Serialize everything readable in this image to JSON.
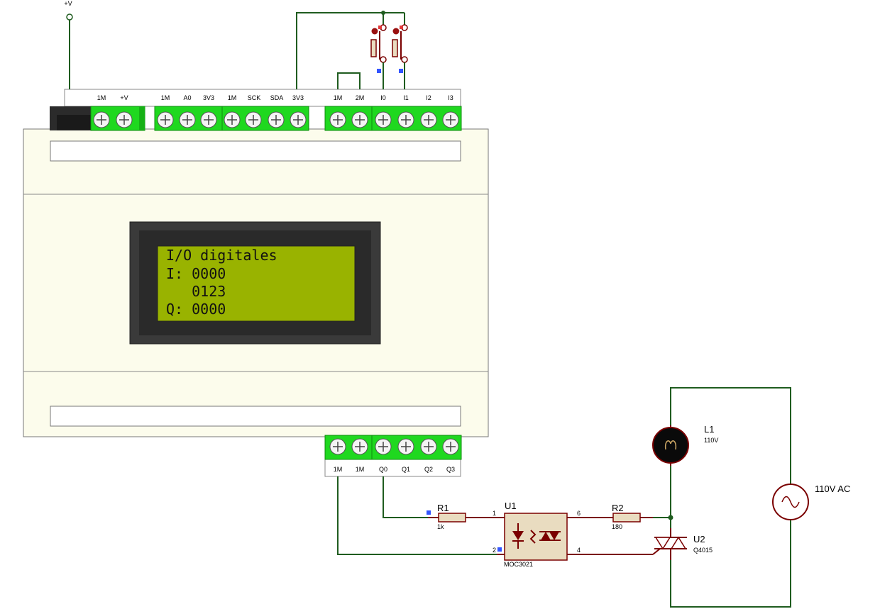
{
  "power": {
    "label": "+V"
  },
  "top_terminals": {
    "group1": [
      "1M",
      "+V"
    ],
    "group2": [
      "1M",
      "A0",
      "3V3",
      "1M",
      "SCK",
      "SDA",
      "3V3"
    ],
    "group3": [
      "1M",
      "2M",
      "I0",
      "I1",
      "I2",
      "I3"
    ]
  },
  "bottom_terminals": [
    "1M",
    "1M",
    "Q0",
    "Q1",
    "Q2",
    "Q3"
  ],
  "lcd": {
    "line1": "I/O digitales",
    "line2": "I: 0000",
    "line3": "   0123",
    "line4": "Q: 0000"
  },
  "components": {
    "r1": {
      "ref": "R1",
      "value": "1k"
    },
    "u1": {
      "ref": "U1",
      "value": "MOC3021",
      "pin1": "1",
      "pin2": "2",
      "pin4": "4",
      "pin6": "6"
    },
    "r2": {
      "ref": "R2",
      "value": "180"
    },
    "l1": {
      "ref": "L1",
      "value": "110V"
    },
    "u2": {
      "ref": "U2",
      "value": "Q4015"
    },
    "source": {
      "label": "110V AC"
    }
  },
  "colors": {
    "wire": "#1f5c1f",
    "terminal_green": "#1fd81f",
    "module_body": "#fcfcec",
    "lcd_screen": "#99b300",
    "component_brown": "#7a0000",
    "component_fill": "#e9dcc0"
  }
}
